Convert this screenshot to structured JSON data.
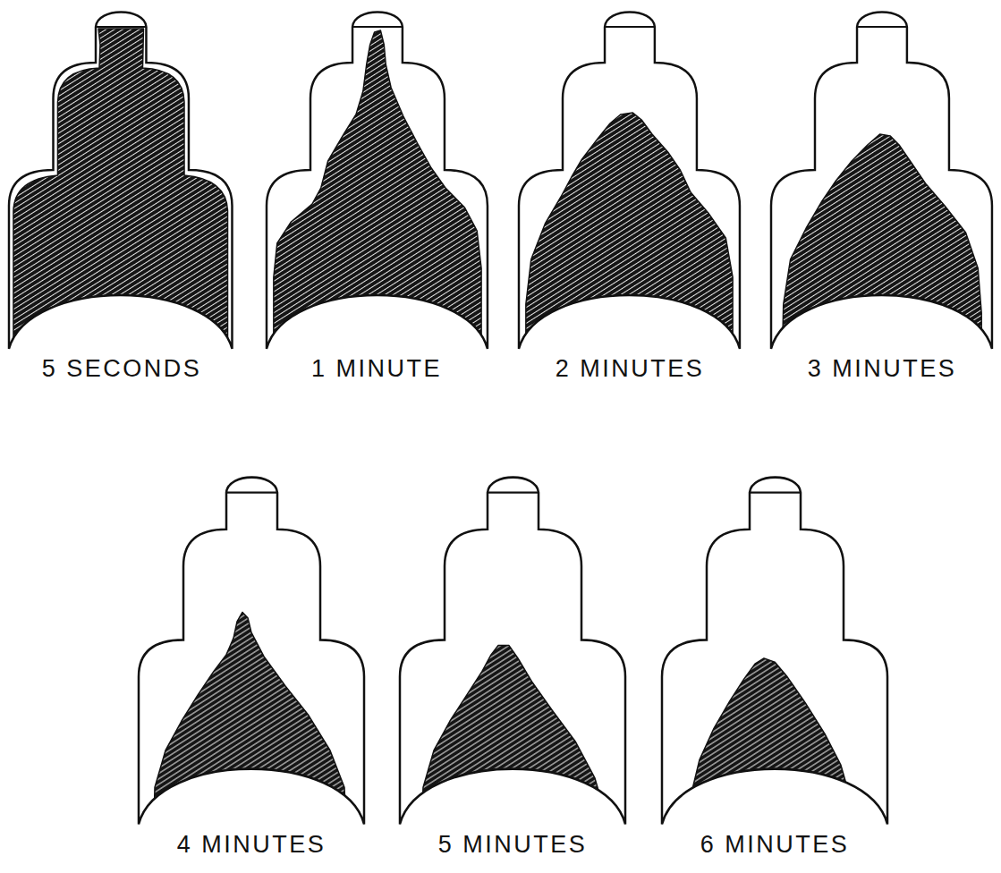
{
  "diagram": {
    "labels": [
      "5 SECONDS",
      "1 MINUTE",
      "2 MINUTES",
      "3 MINUTES",
      "4 MINUTES",
      "5 MINUTES",
      "6 MINUTES"
    ]
  }
}
